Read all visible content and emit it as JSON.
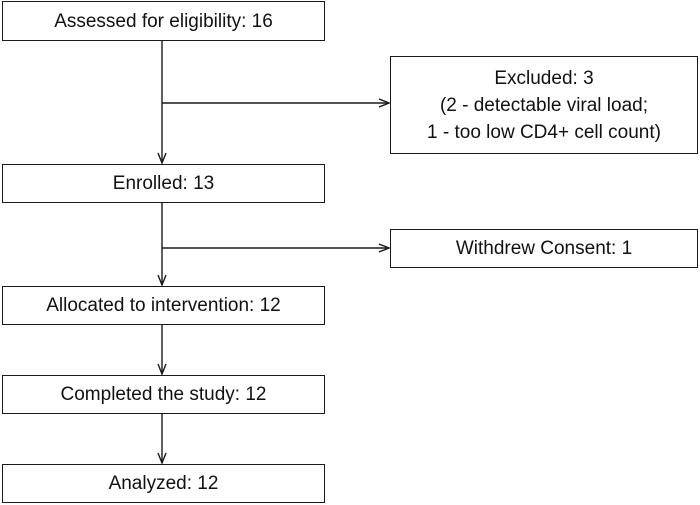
{
  "flowchart": {
    "assessed": "Assessed for eligibility: 16",
    "excluded": {
      "line1": "Excluded: 3",
      "line2": "(2 - detectable viral load;",
      "line3": "1 - too low CD4+ cell count)"
    },
    "enrolled": "Enrolled: 13",
    "withdrew": "Withdrew Consent: 1",
    "allocated": "Allocated to intervention: 12",
    "completed": "Completed the study: 12",
    "analyzed": "Analyzed: 12"
  },
  "colors": {
    "line": "#1a1a1a",
    "text": "#111111",
    "background": "#ffffff"
  }
}
